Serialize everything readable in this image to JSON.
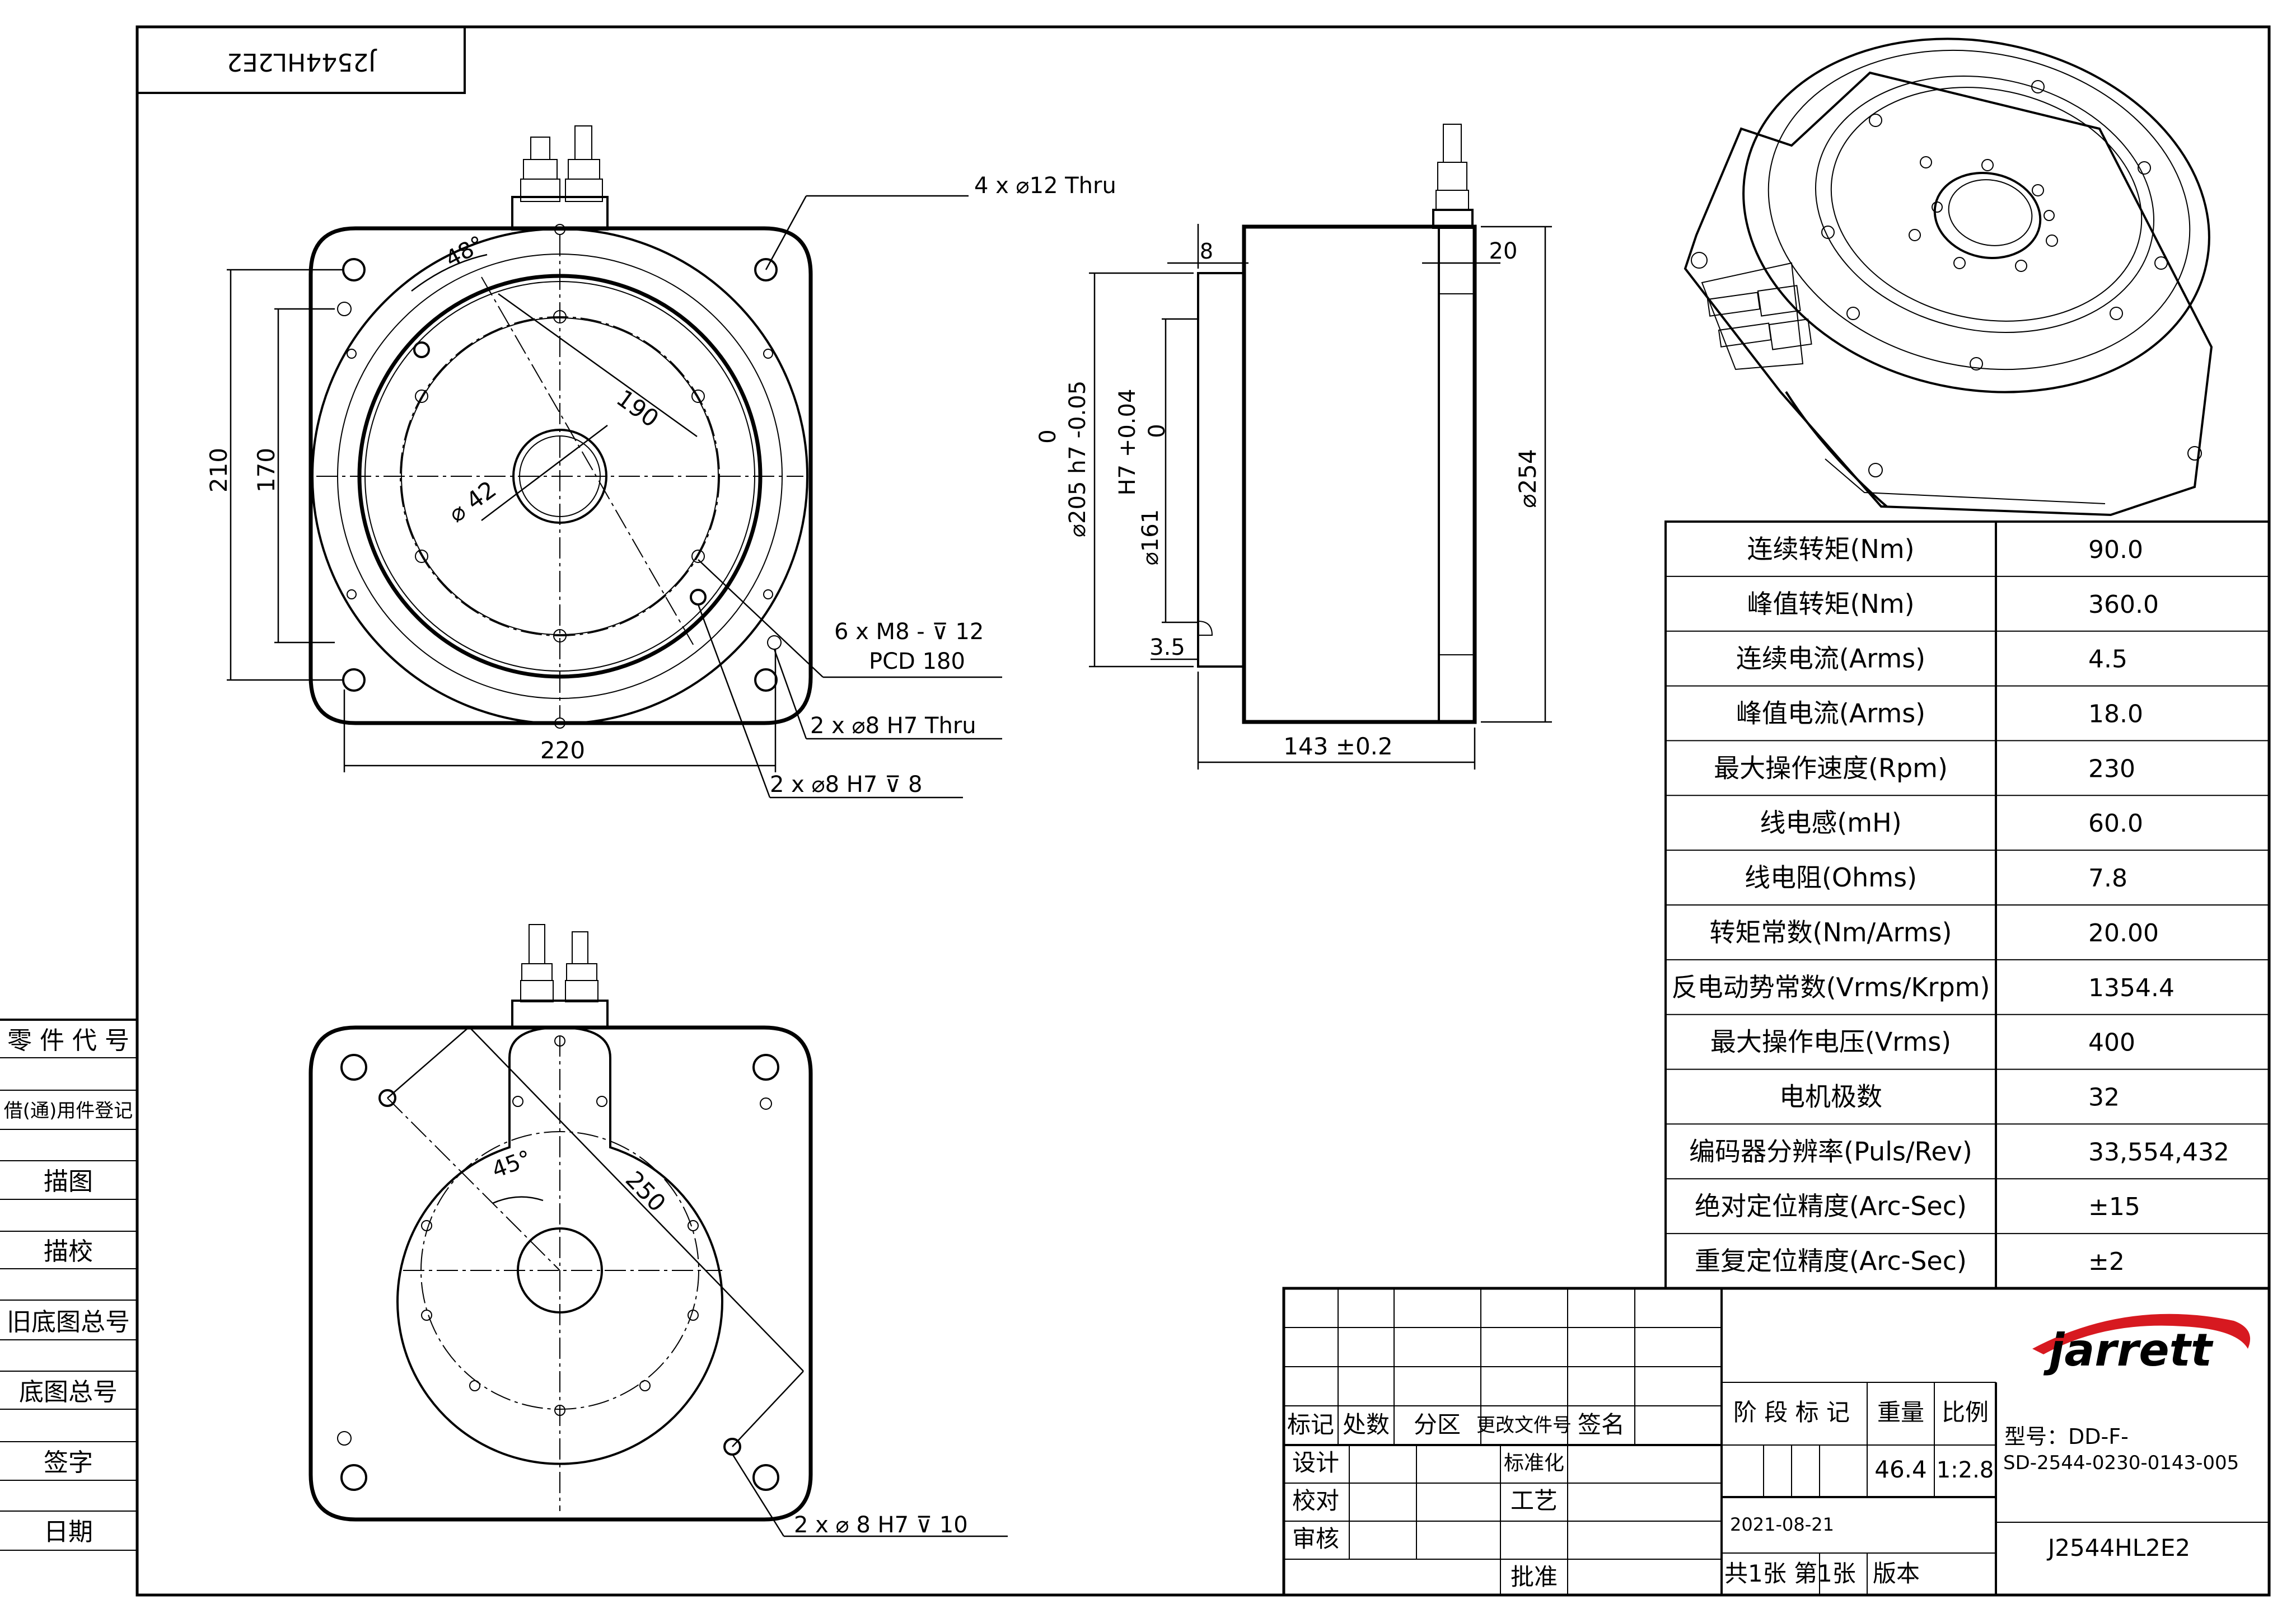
{
  "drawing": {
    "mirrored_label": "J2544HL2E2",
    "callouts": {
      "thru_holes": "4 x ⌀12 Thru",
      "threaded_holes_line1": "6 x  M8 - ⊽ 12",
      "threaded_holes_line2": "PCD 180",
      "dowel_thru": "2 x ⌀8  H7  Thru",
      "dowel_depth_front": "2 x ⌀8  H7  ⊽ 8",
      "dowel_depth_rear": "2 x ⌀ 8  H7  ⊽ 10"
    },
    "dimensions": {
      "angle_front": "48°",
      "pcd_diameter": "190",
      "bore": "⌀ 42",
      "height_outer": "210",
      "height_inner": "170",
      "width": "220",
      "flange_thickness": "8",
      "flange_right": "20",
      "pilot_tolerance_top": "0",
      "pilot_diameter": "⌀205 h7 -0.05",
      "inner_tolerance_top": "H7 +0.04",
      "inner_tolerance_bottom": "0",
      "inner_diameter": "⌀161",
      "step": "3.5",
      "outer_diameter": "⌀254",
      "length": "143 ±0.2",
      "angle_rear": "45°",
      "diagonal_rear": "250"
    },
    "left_strip": [
      "零 件 代 号",
      "借(通)用件登记",
      "描图",
      "描校",
      "旧底图总号",
      "底图总号",
      "签字",
      "日期"
    ]
  },
  "specs": [
    {
      "param": "连续转矩(Nm)",
      "value": "90.0"
    },
    {
      "param": "峰值转矩(Nm)",
      "value": "360.0"
    },
    {
      "param": "连续电流(Arms)",
      "value": "4.5"
    },
    {
      "param": "峰值电流(Arms)",
      "value": "18.0"
    },
    {
      "param": "最大操作速度(Rpm)",
      "value": "230"
    },
    {
      "param": "线电感(mH)",
      "value": "60.0"
    },
    {
      "param": "线电阻(Ohms)",
      "value": "7.8"
    },
    {
      "param": "转矩常数(Nm/Arms)",
      "value": "20.00"
    },
    {
      "param": "反电动势常数(Vrms/Krpm)",
      "value": "1354.4"
    },
    {
      "param": "最大操作电压(Vrms)",
      "value": "400"
    },
    {
      "param": "电机极数",
      "value": "32"
    },
    {
      "param": "编码器分辨率(Puls/Rev)",
      "value": "33,554,432"
    },
    {
      "param": "绝对定位精度(Arc-Sec)",
      "value": "±15"
    },
    {
      "param": "重复定位精度(Arc-Sec)",
      "value": "±2"
    }
  ],
  "title_block": {
    "headers": [
      "标记",
      "处数",
      "分区",
      "更改文件号",
      "签名"
    ],
    "roles": [
      "设计",
      "校对",
      "审核"
    ],
    "roles_right": [
      "标准化",
      "工艺",
      "批准"
    ],
    "stage_label": "阶 段 标 记",
    "weight_label": "重量",
    "scale_label": "比例",
    "weight_value": "46.4",
    "scale_value": "1:2.8",
    "date": "2021-08-21",
    "sheet_text": "共1张 第1张",
    "version_label": "版本",
    "brand": "jarrett",
    "model_line1": "型号：DD-F-",
    "model_line2": "SD-2544-0230-0143-005",
    "drawing_number": "J2544HL2E2"
  },
  "colors": {
    "brand": "#d71920",
    "line": "#000000"
  }
}
